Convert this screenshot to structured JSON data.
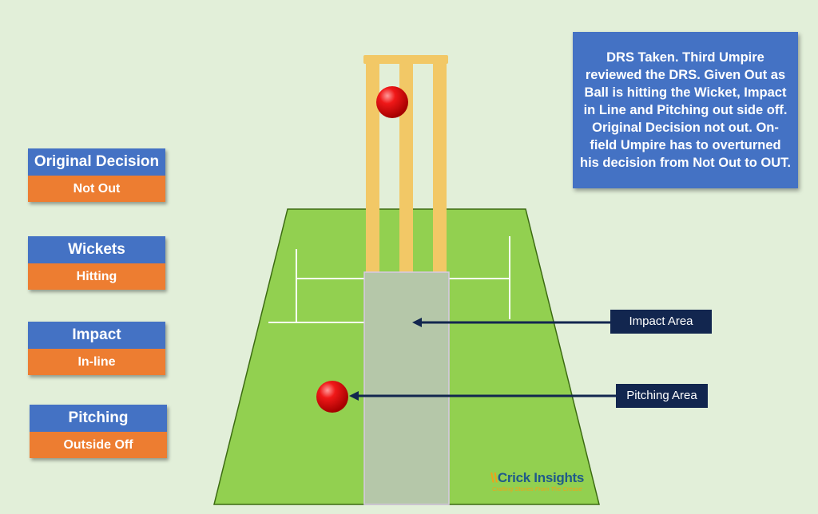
{
  "cards": [
    {
      "title": "Original Decision",
      "value": "Not Out"
    },
    {
      "title": "Wickets",
      "value": "Hitting"
    },
    {
      "title": "Impact",
      "value": "In-line"
    },
    {
      "title": "Pitching",
      "value": "Outside Off"
    }
  ],
  "verdict": "DRS Taken. Third Umpire reviewed the DRS. Given Out as Ball is hitting the Wicket, Impact in Line and Pitching out side off. Original Decision not out. On-field Umpire has to overturned his decision from Not Out to OUT.",
  "labels": {
    "impact_area": "Impact Area",
    "pitching_area": "Pitching Area"
  },
  "brand": {
    "slashes": "\\\\",
    "name": "Crick Insights",
    "tagline": "Crafting Stories From The Crease"
  },
  "colors": {
    "background": "#e2efd9",
    "pitch": "#92d050",
    "stumps": "#f2c866",
    "ball": "#e81010",
    "card_title": "#4472c4",
    "card_value": "#ed7d31",
    "label_bg": "#12264f"
  }
}
